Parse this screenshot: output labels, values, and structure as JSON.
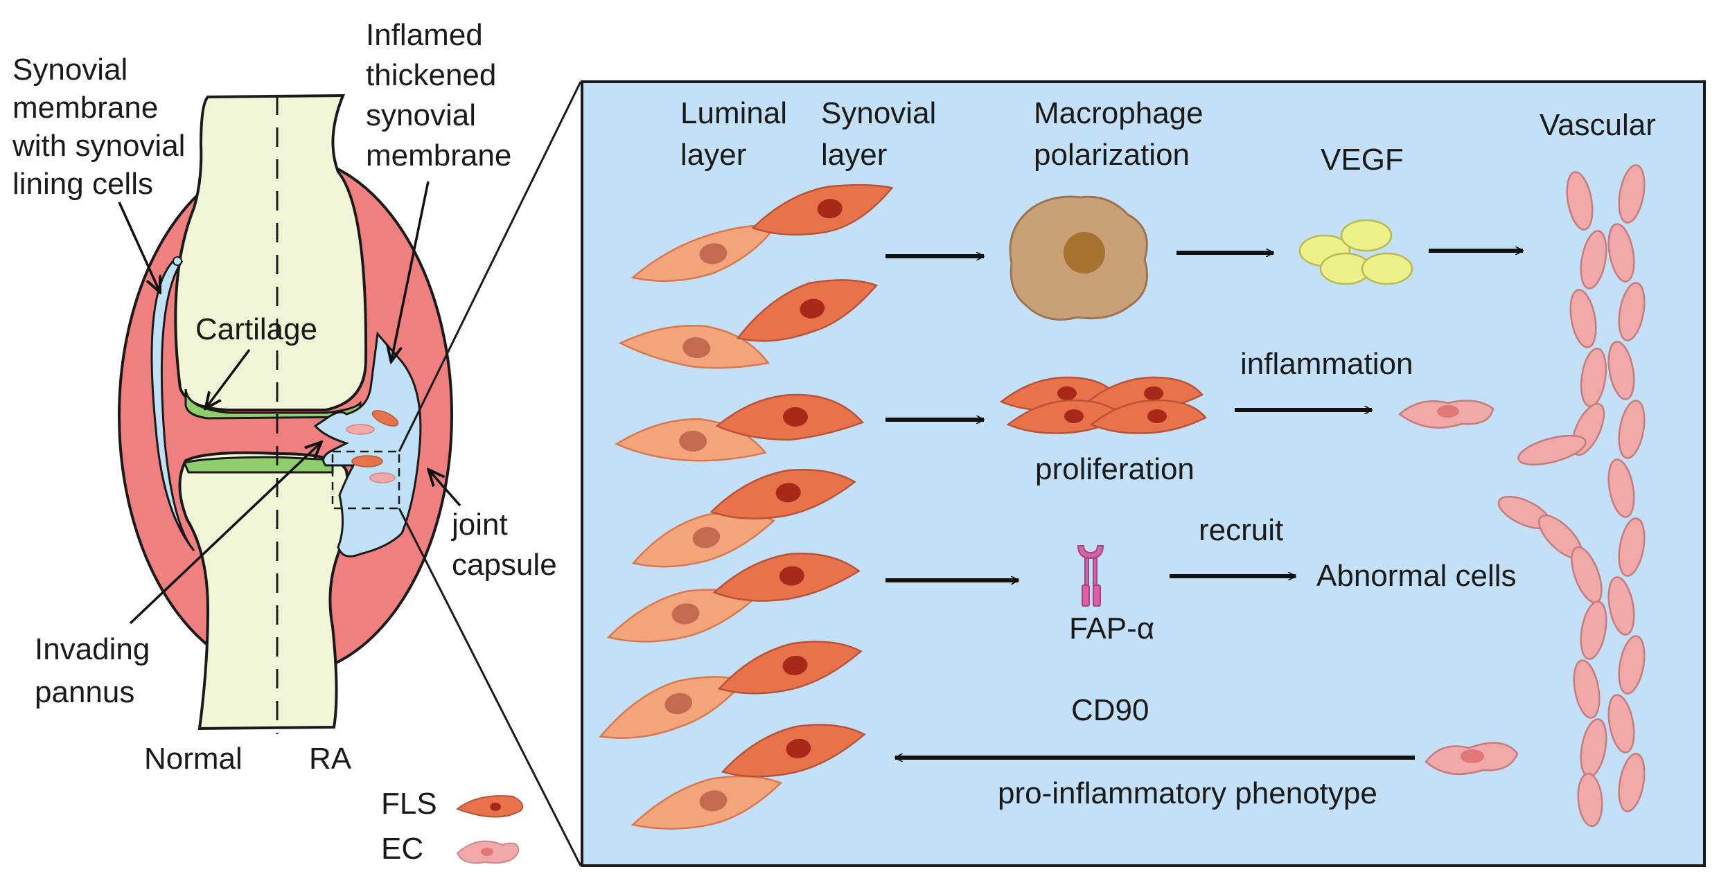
{
  "joint": {
    "label_synovial": [
      "Synovial",
      "membrane",
      "with synovial",
      "lining cells"
    ],
    "label_inflamed": [
      "Inflamed",
      "thickened",
      "synovial",
      "membrane"
    ],
    "label_cartilage": "Cartilage",
    "label_joint_capsule": [
      "joint",
      "capsule"
    ],
    "label_pannus": [
      "Invading",
      "pannus"
    ],
    "label_normal": "Normal",
    "label_ra": "RA"
  },
  "legend": {
    "fls": "FLS",
    "ec": "EC"
  },
  "panel": {
    "luminal": [
      "Luminal",
      "layer"
    ],
    "synovial": [
      "Synovial",
      "layer"
    ],
    "macrophage": [
      "Macrophage",
      "polarization"
    ],
    "vegf": "VEGF",
    "vascular": "Vascular",
    "inflammation": "inflammation",
    "proliferation": "proliferation",
    "recruit": "recruit",
    "abnormal": "Abnormal cells",
    "fap": "FAP-α",
    "cd90": "CD90",
    "pro_inflammatory": "pro-inflammatory phenotype"
  },
  "colors": {
    "capsule_red": "#f08080",
    "bone": "#f1f5d7",
    "cartilage": "#8fcf6b",
    "synovium_blue": "#bfe0f5",
    "panel_blue": "#c3e0f6",
    "fls_dark": "#e8734a",
    "fls_light": "#f4a47a",
    "ec_pink": "#f0a8a8",
    "macrophage": "#c9a078",
    "vegf": "#eef08a",
    "fap": "#d462a5"
  }
}
